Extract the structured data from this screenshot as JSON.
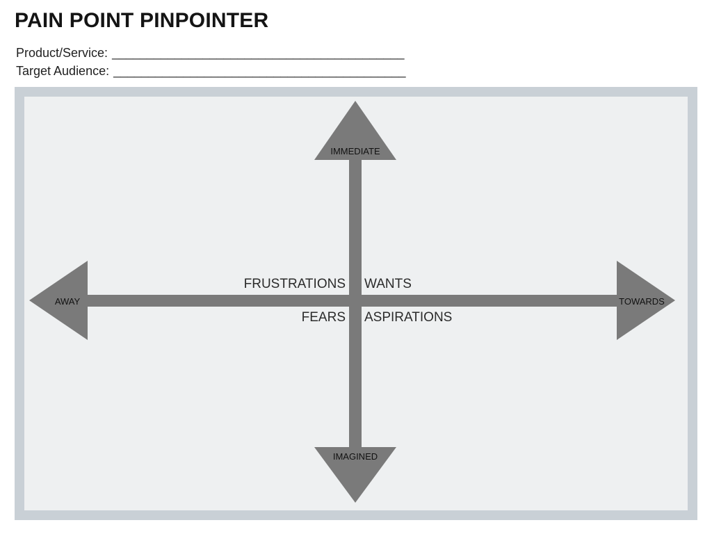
{
  "header": {
    "title": "PAIN POINT PINPOINTER",
    "fields": [
      {
        "label": "Product/Service:",
        "blank": "__________________________________________"
      },
      {
        "label": "Target Audience:",
        "blank": "__________________________________________"
      }
    ]
  },
  "diagram": {
    "vertical_axis": {
      "top": "IMMEDIATE",
      "bottom": "IMAGINED"
    },
    "horizontal_axis": {
      "left": "AWAY",
      "right": "TOWARDS"
    },
    "quadrants": {
      "top_left": "FRUSTRATIONS",
      "top_right": "WANTS",
      "bottom_left": "FEARS",
      "bottom_right": "ASPIRATIONS"
    },
    "colors": {
      "arrow_gray": "#7a7a7a",
      "frame_border": "#c9d0d6",
      "canvas_fill": "#eef0f1"
    }
  }
}
